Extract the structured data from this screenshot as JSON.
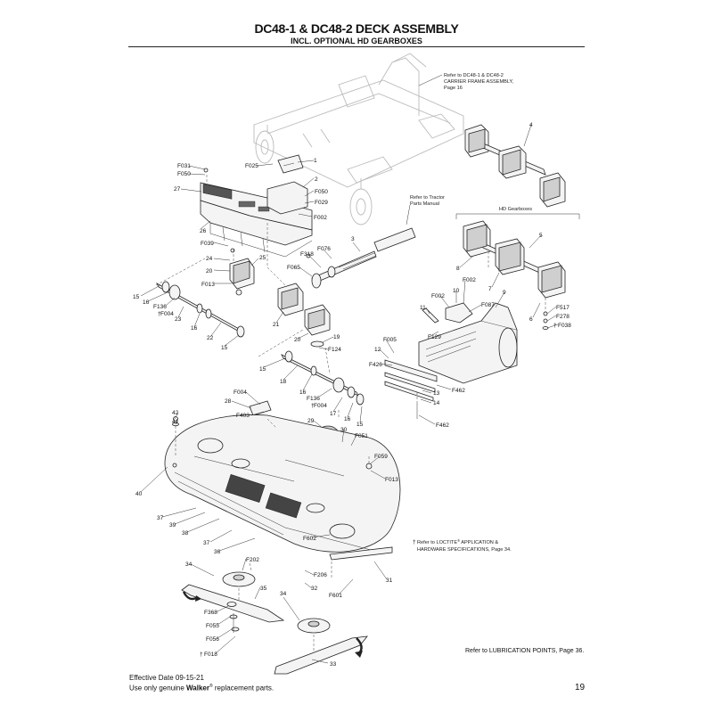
{
  "header": {
    "title": "DC48-1 & DC48-2 DECK ASSEMBLY",
    "subtitle": "INCL. OPTIONAL HD GEARBOXES"
  },
  "notes": {
    "carrier_frame": [
      "Refer to DC48-1 & DC48-2",
      "CARRIER FRAME ASSEMBLY,",
      "Page 16"
    ],
    "tractor_manual": [
      "Refer to Tractor",
      "Parts Manual"
    ],
    "hd_gearboxes": "HD Gearboxes",
    "loctite_line1": "Refer to LOCTITE",
    "loctite_reg": "®",
    "loctite_line1b": " APPLICATION &",
    "loctite_line2": "HARDWARE SPECIFICATIONS, Page 34.",
    "lubrication": "Refer to LUBRICATION POINTS, Page 36."
  },
  "footer": {
    "effective_date": "Effective Date 09-15-21",
    "genuine_prefix": "Use only genuine ",
    "genuine_brand": "Walker",
    "genuine_reg": "®",
    "genuine_suffix": " replacement parts.",
    "page_number": "19"
  },
  "callouts": {
    "F031": "F031",
    "F050a": "F050",
    "F025": "F025",
    "n1": "1",
    "n2": "2",
    "F050b": "F050",
    "F029": "F029",
    "F002a": "F002",
    "n27": "27",
    "n26": "26",
    "F039": "F039",
    "n24": "24",
    "n20a": "20",
    "n25": "25",
    "F013a": "F013",
    "n15a": "15",
    "n16a": "16",
    "F136a": "F136",
    "F004a": "F004",
    "n23": "23",
    "n16b": "16",
    "n22": "22",
    "n15b": "15",
    "F318": "F318",
    "F076": "F076",
    "n3": "3",
    "F065": "F065",
    "n21": "21",
    "n20b": "20",
    "n19": "19",
    "F124": "F124",
    "n15c": "15",
    "n18": "18",
    "n16c": "16",
    "F136b": "F136",
    "F004b": "F004",
    "n17": "17",
    "n16d": "16",
    "n15d": "15",
    "n4": "4",
    "n5": "5",
    "n8": "8",
    "n7": "7",
    "n6": "6",
    "F517": "F517",
    "F278": "F278",
    "F038": "F038",
    "n10": "10",
    "F002b": "F002",
    "F002c": "F002",
    "n11": "11",
    "F087": "F087",
    "n9": "9",
    "F129": "F129",
    "F005": "F005",
    "n12": "12",
    "F426": "F426",
    "F462a": "F462",
    "n13": "13",
    "n14": "14",
    "F462b": "F462",
    "F004c": "F004",
    "n28": "28",
    "F403": "F403",
    "n42": "42",
    "n41": "41",
    "n29": "29",
    "n30": "30",
    "F051": "F051",
    "F059": "F059",
    "F013b": "F013",
    "n40": "40",
    "n37a": "37",
    "n39": "39",
    "n38": "38",
    "n37b": "37",
    "n36": "36",
    "F602": "F602",
    "F202": "F202",
    "n34a": "34",
    "n35": "35",
    "F206": "F206",
    "n32": "32",
    "F601": "F601",
    "n31": "31",
    "F368": "F368",
    "F055": "F055",
    "F056": "F056",
    "F018": "F018",
    "n34b": "34",
    "n33": "33"
  }
}
